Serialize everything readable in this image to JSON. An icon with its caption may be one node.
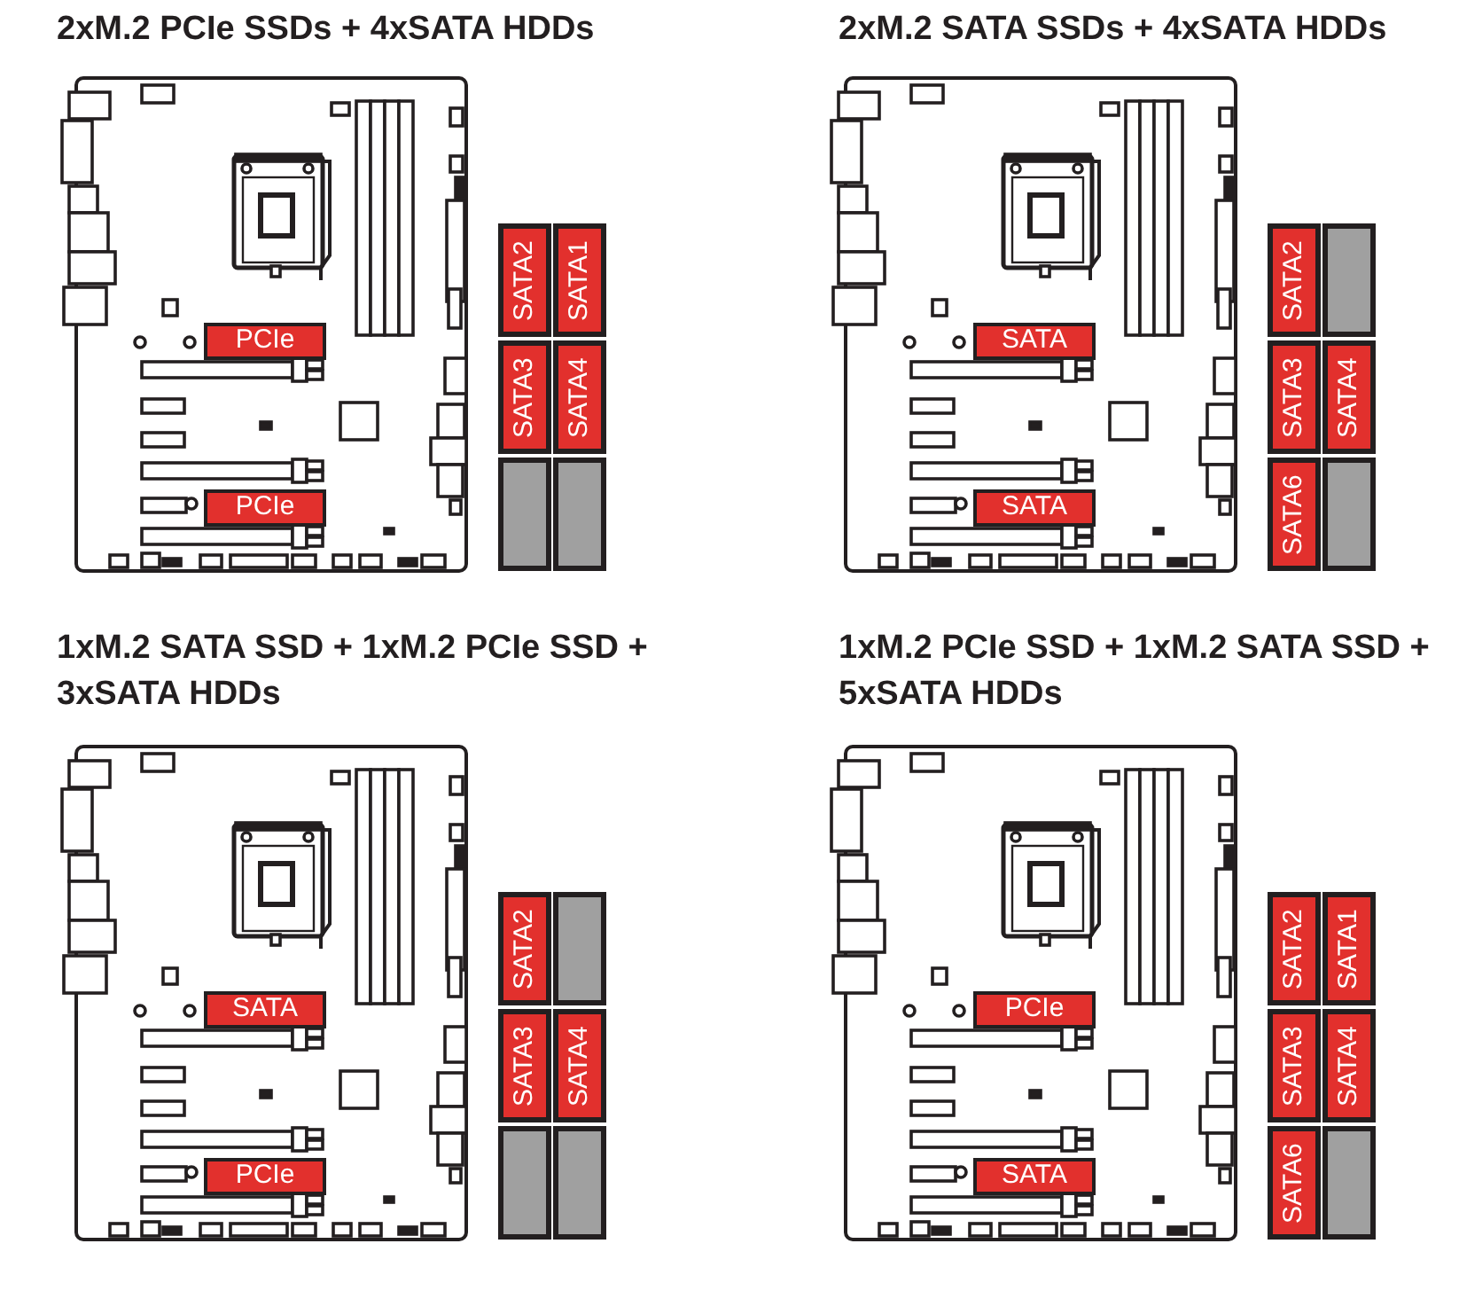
{
  "diagram": {
    "nodes": [
      {
        "text": [],
        "shape": "picture"
      },
      {
        "text": [
          "PCIe"
        ],
        "in": 0
      },
      {
        "text": [
          "PCIe"
        ],
        "in": 0
      },
      {
        "text": [
          "SATA2"
        ]
      },
      {
        "text": [
          "SATA1"
        ]
      },
      {
        "text": [
          "SATA3"
        ]
      },
      {
        "text": [
          "SATA4"
        ]
      },
      {
        "text": [],
        "shape": "box"
      },
      {
        "text": [],
        "shape": "box"
      },
      {
        "text": [],
        "shape": "picture"
      },
      {
        "text": [
          "SATA"
        ],
        "in": 9
      },
      {
        "text": [
          "SATA"
        ],
        "in": 9
      },
      {
        "text": [
          "SATA2"
        ]
      },
      {
        "text": [],
        "shape": "box"
      },
      {
        "text": [
          "SATA3"
        ]
      },
      {
        "text": [
          "SATA4"
        ]
      },
      {
        "text": [
          "SATA6"
        ]
      },
      {
        "text": [],
        "shape": "box"
      },
      {
        "text": [],
        "shape": "picture"
      },
      {
        "text": [
          "SATA"
        ],
        "in": 18
      },
      {
        "text": [
          "PCIe"
        ],
        "in": 18
      },
      {
        "text": [
          "SATA2"
        ]
      },
      {
        "text": [],
        "shape": "box"
      },
      {
        "text": [
          "SATA3"
        ]
      },
      {
        "text": [
          "SATA4"
        ]
      },
      {
        "text": [],
        "shape": "box"
      },
      {
        "text": [],
        "shape": "box"
      },
      {
        "text": [],
        "shape": "picture"
      },
      {
        "text": [
          "PCIe"
        ],
        "in": 27
      },
      {
        "text": [
          "SATA"
        ],
        "in": 27
      },
      {
        "text": [
          "SATA2"
        ]
      },
      {
        "text": [
          "SATA1"
        ]
      },
      {
        "text": [
          "SATA3"
        ]
      },
      {
        "text": [
          "SATA4"
        ]
      },
      {
        "text": [
          "SATA6"
        ]
      },
      {
        "text": [],
        "shape": "box"
      }
    ],
    "labels": [
      "2xM.2 PCIe SSDs + 4xSATA HDDs",
      "2xM.2 SATA SSDs + 4xSATA HDDs",
      "1xM.2 SATA SSD + 1xM.2 PCIe SSD + 3xSATA HDDs",
      "1xM.2 PCIe SSD + 1xM.2 SATA SSD + 5xSATA HDDs"
    ]
  }
}
